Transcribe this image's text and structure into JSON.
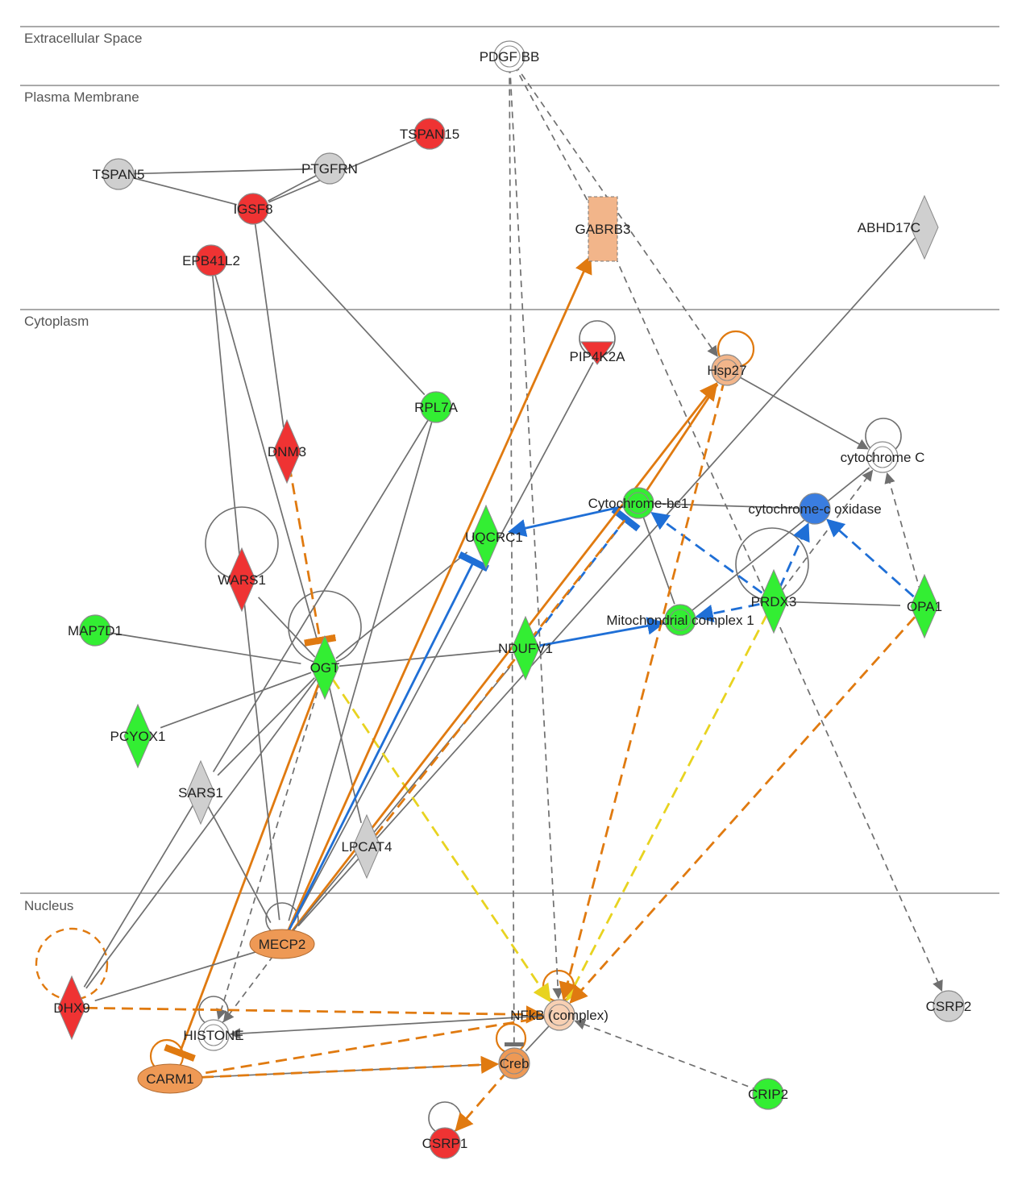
{
  "regions": [
    {
      "id": "extracellular",
      "label": "Extracellular Space"
    },
    {
      "id": "plasma",
      "label": "Plasma Membrane"
    },
    {
      "id": "cytoplasm",
      "label": "Cytoplasm"
    },
    {
      "id": "nucleus",
      "label": "Nucleus"
    }
  ],
  "colors": {
    "red": "#ef3333",
    "green": "#33ee33",
    "gray": "#cfcfcf",
    "blue": "#3a7de0",
    "orange": "#ee9955",
    "peach": "#f2b58a",
    "light_peach": "#f7d0b3",
    "white": "#ffffff",
    "edge_gray": "#6f6f6f",
    "edge_orange": "#e07a10",
    "edge_blue": "#1f6fd6",
    "edge_yellow": "#e8d320"
  },
  "nodes": [
    {
      "id": "PDGF_BB",
      "label": "PDGF BB",
      "shape": "double-circle",
      "fill": "white"
    },
    {
      "id": "TSPAN15",
      "label": "TSPAN15",
      "shape": "circle",
      "fill": "red"
    },
    {
      "id": "TSPAN5",
      "label": "TSPAN5",
      "shape": "circle",
      "fill": "gray"
    },
    {
      "id": "PTGFRN",
      "label": "PTGFRN",
      "shape": "circle",
      "fill": "gray"
    },
    {
      "id": "IGSF8",
      "label": "IGSF8",
      "shape": "circle",
      "fill": "red"
    },
    {
      "id": "EPB41L2",
      "label": "EPB41L2",
      "shape": "circle",
      "fill": "red"
    },
    {
      "id": "GABRB3",
      "label": "GABRB3",
      "shape": "rect-dashed",
      "fill": "peach"
    },
    {
      "id": "ABHD17C",
      "label": "ABHD17C",
      "shape": "diamond",
      "fill": "gray"
    },
    {
      "id": "PIP4K2A",
      "label": "PIP4K2A",
      "shape": "triangle-down",
      "fill": "red"
    },
    {
      "id": "Hsp27",
      "label": "Hsp27",
      "shape": "double-circle",
      "fill": "peach"
    },
    {
      "id": "RPL7A",
      "label": "RPL7A",
      "shape": "circle",
      "fill": "green"
    },
    {
      "id": "DNM3",
      "label": "DNM3",
      "shape": "diamond",
      "fill": "red"
    },
    {
      "id": "cytochrome_C",
      "label": "cytochrome C",
      "shape": "double-circle",
      "fill": "white"
    },
    {
      "id": "Cytochrome_bc1",
      "label": "Cytochrome-bc1",
      "shape": "double-circle",
      "fill": "green"
    },
    {
      "id": "cytochrome_c_oxidase",
      "label": "cytochrome-c oxidase",
      "shape": "circle",
      "fill": "blue"
    },
    {
      "id": "UQCRC1",
      "label": "UQCRC1",
      "shape": "diamond",
      "fill": "green"
    },
    {
      "id": "WARS1",
      "label": "WARS1",
      "shape": "diamond",
      "fill": "red"
    },
    {
      "id": "PRDX3",
      "label": "PRDX3",
      "shape": "diamond",
      "fill": "green"
    },
    {
      "id": "OPA1",
      "label": "OPA1",
      "shape": "diamond",
      "fill": "green"
    },
    {
      "id": "Mito_complex1",
      "label": "Mitochondrial complex 1",
      "shape": "double-circle",
      "fill": "green"
    },
    {
      "id": "MAP7D1",
      "label": "MAP7D1",
      "shape": "circle",
      "fill": "green"
    },
    {
      "id": "NDUFV1",
      "label": "NDUFV1",
      "shape": "diamond",
      "fill": "green"
    },
    {
      "id": "OGT",
      "label": "OGT",
      "shape": "diamond",
      "fill": "green"
    },
    {
      "id": "PCYOX1",
      "label": "PCYOX1",
      "shape": "diamond",
      "fill": "green"
    },
    {
      "id": "SARS1",
      "label": "SARS1",
      "shape": "diamond",
      "fill": "gray"
    },
    {
      "id": "LPCAT4",
      "label": "LPCAT4",
      "shape": "diamond",
      "fill": "gray"
    },
    {
      "id": "MECP2",
      "label": "MECP2",
      "shape": "ellipse",
      "fill": "orange"
    },
    {
      "id": "DHX9",
      "label": "DHX9",
      "shape": "diamond",
      "fill": "red"
    },
    {
      "id": "NFkB",
      "label": "NFkB (complex)",
      "shape": "double-circle",
      "fill": "light_peach"
    },
    {
      "id": "CSRP2",
      "label": "CSRP2",
      "shape": "circle",
      "fill": "gray"
    },
    {
      "id": "HISTONE",
      "label": "HISTONE",
      "shape": "double-circle",
      "fill": "white"
    },
    {
      "id": "Creb",
      "label": "Creb",
      "shape": "double-circle",
      "fill": "orange"
    },
    {
      "id": "CARM1",
      "label": "CARM1",
      "shape": "ellipse",
      "fill": "orange"
    },
    {
      "id": "CRIP2",
      "label": "CRIP2",
      "shape": "circle",
      "fill": "green"
    },
    {
      "id": "CSRP1",
      "label": "CSRP1",
      "shape": "circle",
      "fill": "red"
    }
  ],
  "edges": [
    {
      "from": "TSPAN5",
      "to": "PTGFRN",
      "color": "edge_gray",
      "style": "solid",
      "end": "none"
    },
    {
      "from": "TSPAN5",
      "to": "IGSF8",
      "color": "edge_gray",
      "style": "solid",
      "end": "none"
    },
    {
      "from": "PTGFRN",
      "to": "IGSF8",
      "color": "edge_gray",
      "style": "solid",
      "end": "none"
    },
    {
      "from": "TSPAN15",
      "to": "IGSF8",
      "color": "edge_gray",
      "style": "solid",
      "end": "none"
    },
    {
      "from": "IGSF8",
      "to": "RPL7A",
      "color": "edge_gray",
      "style": "solid",
      "end": "none"
    },
    {
      "from": "IGSF8",
      "to": "DNM3",
      "color": "edge_gray",
      "style": "solid",
      "end": "none"
    },
    {
      "from": "EPB41L2",
      "to": "WARS1",
      "color": "edge_gray",
      "style": "solid",
      "end": "none"
    },
    {
      "from": "EPB41L2",
      "to": "OGT",
      "color": "edge_gray",
      "style": "solid",
      "end": "none"
    },
    {
      "from": "DNM3",
      "to": "OGT",
      "color": "edge_orange",
      "style": "dashed",
      "end": "bar"
    },
    {
      "from": "PDGF_BB",
      "to": "GABRB3",
      "color": "edge_gray",
      "style": "dashed",
      "end": "none"
    },
    {
      "from": "PDGF_BB",
      "to": "Hsp27",
      "color": "edge_gray",
      "style": "dashed",
      "end": "arrow"
    },
    {
      "from": "PDGF_BB",
      "to": "Creb",
      "color": "edge_gray",
      "style": "dashed",
      "end": "bar"
    },
    {
      "from": "PDGF_BB",
      "to": "NFkB",
      "color": "edge_gray",
      "style": "dashed",
      "end": "arrow"
    },
    {
      "from": "GABRB3",
      "to": "CSRP2",
      "color": "edge_gray",
      "style": "dashed",
      "end": "arrow"
    },
    {
      "from": "ABHD17C",
      "to": "MECP2",
      "color": "edge_gray",
      "style": "solid",
      "end": "none"
    },
    {
      "from": "PIP4K2A",
      "to": "MECP2",
      "color": "edge_gray",
      "style": "solid",
      "end": "none"
    },
    {
      "from": "Hsp27",
      "to": "cytochrome_C",
      "color": "edge_gray",
      "style": "solid",
      "end": "arrow"
    },
    {
      "from": "RPL7A",
      "to": "SARS1",
      "color": "edge_gray",
      "style": "solid",
      "end": "none"
    },
    {
      "from": "RPL7A",
      "to": "MECP2",
      "color": "edge_gray",
      "style": "solid",
      "end": "none"
    },
    {
      "from": "Cytochrome_bc1",
      "to": "UQCRC1",
      "color": "edge_blue",
      "style": "solid",
      "end": "arrow"
    },
    {
      "from": "Cytochrome_bc1",
      "to": "cytochrome_c_oxidase",
      "color": "edge_gray",
      "style": "solid",
      "end": "none"
    },
    {
      "from": "Cytochrome_bc1",
      "to": "Mito_complex1",
      "color": "edge_gray",
      "style": "solid",
      "end": "none"
    },
    {
      "from": "Cytochrome_bc1",
      "to": "Hsp27",
      "color": "edge_orange",
      "style": "solid",
      "end": "none"
    },
    {
      "from": "PRDX3",
      "to": "Cytochrome_bc1",
      "color": "edge_blue",
      "style": "dashed",
      "end": "arrow"
    },
    {
      "from": "PRDX3",
      "to": "cytochrome_c_oxidase",
      "color": "edge_blue",
      "style": "dashed",
      "end": "arrow"
    },
    {
      "from": "PRDX3",
      "to": "Mito_complex1",
      "color": "edge_blue",
      "style": "dashed",
      "end": "arrow"
    },
    {
      "from": "PRDX3",
      "to": "OPA1",
      "color": "edge_gray",
      "style": "solid",
      "end": "none"
    },
    {
      "from": "PRDX3",
      "to": "cytochrome_C",
      "color": "edge_gray",
      "style": "dashed",
      "end": "arrow"
    },
    {
      "from": "PRDX3",
      "to": "NFkB",
      "color": "edge_yellow",
      "style": "dashed",
      "end": "arrow"
    },
    {
      "from": "OPA1",
      "to": "cytochrome_c_oxidase",
      "color": "edge_blue",
      "style": "dashed",
      "end": "arrow"
    },
    {
      "from": "OPA1",
      "to": "cytochrome_C",
      "color": "edge_gray",
      "style": "dashed",
      "end": "arrow"
    },
    {
      "from": "OPA1",
      "to": "NFkB",
      "color": "edge_orange",
      "style": "dashed",
      "end": "arrow"
    },
    {
      "from": "Mito_complex1",
      "to": "cytochrome_C",
      "color": "edge_gray",
      "style": "solid",
      "end": "none"
    },
    {
      "from": "NDUFV1",
      "to": "Mito_complex1",
      "color": "edge_blue",
      "style": "solid",
      "end": "arrow"
    },
    {
      "from": "NDUFV1",
      "to": "Cytochrome_bc1",
      "color": "edge_blue",
      "style": "dashed",
      "end": "bar"
    },
    {
      "from": "MAP7D1",
      "to": "OGT",
      "color": "edge_gray",
      "style": "solid",
      "end": "none"
    },
    {
      "from": "OGT",
      "to": "NDUFV1",
      "color": "edge_gray",
      "style": "solid",
      "end": "none"
    },
    {
      "from": "OGT",
      "to": "UQCRC1",
      "color": "edge_gray",
      "style": "solid",
      "end": "none"
    },
    {
      "from": "OGT",
      "to": "PCYOX1",
      "color": "edge_gray",
      "style": "solid",
      "end": "none"
    },
    {
      "from": "OGT",
      "to": "SARS1",
      "color": "edge_gray",
      "style": "solid",
      "end": "none"
    },
    {
      "from": "OGT",
      "to": "LPCAT4",
      "color": "edge_gray",
      "style": "solid",
      "end": "none"
    },
    {
      "from": "OGT",
      "to": "DHX9",
      "color": "edge_gray",
      "style": "solid",
      "end": "none"
    },
    {
      "from": "OGT",
      "to": "WARS1",
      "color": "edge_gray",
      "style": "solid",
      "end": "none"
    },
    {
      "from": "OGT",
      "to": "HISTONE",
      "color": "edge_gray",
      "style": "dashed",
      "end": "arrow"
    },
    {
      "from": "OGT",
      "to": "NFkB",
      "color": "edge_yellow",
      "style": "dashed",
      "end": "arrow"
    },
    {
      "from": "OGT",
      "to": "CARM1",
      "color": "edge_orange",
      "style": "solid",
      "end": "bar"
    },
    {
      "from": "WARS1",
      "to": "MECP2",
      "color": "edge_gray",
      "style": "solid",
      "end": "none"
    },
    {
      "from": "SARS1",
      "to": "DHX9",
      "color": "edge_gray",
      "style": "solid",
      "end": "none"
    },
    {
      "from": "SARS1",
      "to": "MECP2",
      "color": "edge_gray",
      "style": "solid",
      "end": "none"
    },
    {
      "from": "MECP2",
      "to": "GABRB3",
      "color": "edge_orange",
      "style": "solid",
      "end": "arrow"
    },
    {
      "from": "MECP2",
      "to": "Hsp27",
      "color": "edge_orange",
      "style": "solid",
      "end": "arrow"
    },
    {
      "from": "MECP2",
      "to": "UQCRC1",
      "color": "edge_blue",
      "style": "solid",
      "end": "bar"
    },
    {
      "from": "MECP2",
      "to": "NDUFV1",
      "color": "edge_gray",
      "style": "solid",
      "end": "none"
    },
    {
      "from": "MECP2",
      "to": "DHX9",
      "color": "edge_gray",
      "style": "solid",
      "end": "none"
    },
    {
      "from": "MECP2",
      "to": "HISTONE",
      "color": "edge_gray",
      "style": "dashed",
      "end": "arrow"
    },
    {
      "from": "LPCAT4",
      "to": "Cytochrome_bc1",
      "color": "edge_orange",
      "style": "dashed",
      "end": "none"
    },
    {
      "from": "Hsp27",
      "to": "NFkB",
      "color": "edge_orange",
      "style": "dashed",
      "end": "arrow"
    },
    {
      "from": "DHX9",
      "to": "NFkB",
      "color": "edge_orange",
      "style": "dashed",
      "end": "arrow"
    },
    {
      "from": "NFkB",
      "to": "HISTONE",
      "color": "edge_gray",
      "style": "solid",
      "end": "arrow"
    },
    {
      "from": "NFkB",
      "to": "CARM1",
      "color": "edge_orange",
      "style": "dashed",
      "end": "none"
    },
    {
      "from": "NFkB",
      "to": "Creb",
      "color": "edge_gray",
      "style": "solid",
      "end": "none"
    },
    {
      "from": "CARM1",
      "to": "Creb",
      "color": "edge_gray",
      "style": "solid",
      "end": "arrow"
    },
    {
      "from": "CARM1",
      "to": "Creb",
      "color": "edge_orange",
      "style": "dashed",
      "end": "arrow"
    },
    {
      "from": "Creb",
      "to": "CSRP1",
      "color": "edge_orange",
      "style": "dashed",
      "end": "arrow"
    },
    {
      "from": "CRIP2",
      "to": "NFkB",
      "color": "edge_gray",
      "style": "dashed",
      "end": "arrow"
    }
  ]
}
